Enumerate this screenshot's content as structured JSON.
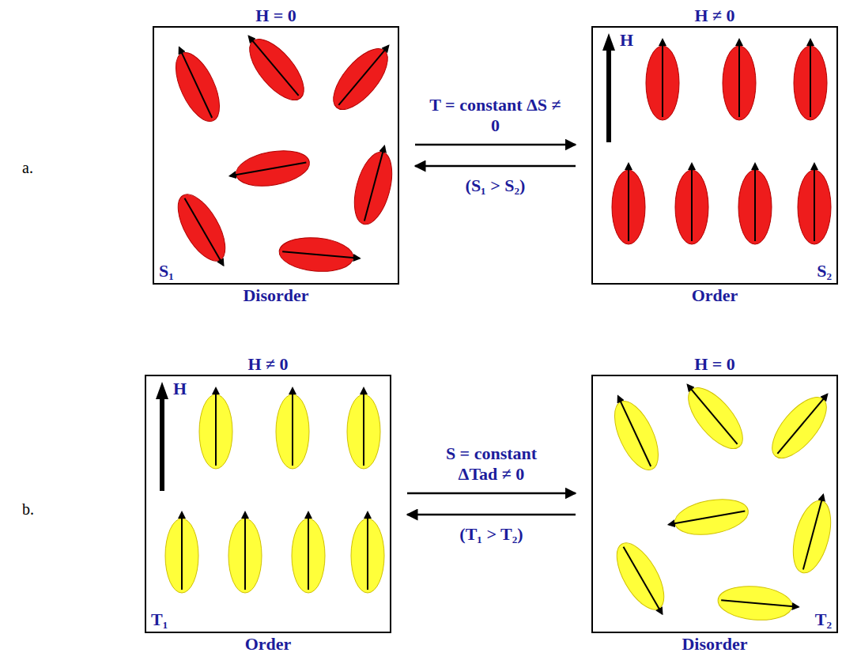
{
  "diagram": {
    "nodes": [
      {
        "text": [
          "H = 0",
          "S₁",
          "Disorder"
        ]
      },
      {
        "text": [
          "H ≠ 0",
          "H",
          "S₂",
          "Order"
        ]
      },
      {
        "text": [
          "H ≠ 0",
          "H",
          "T₁",
          "Order"
        ]
      },
      {
        "text": [
          "H = 0",
          "T₂",
          "Disorder"
        ]
      }
    ],
    "edges": [
      {
        "from": 0,
        "to": 1,
        "arrow": "to",
        "label": "T = constant ΔS ≠ 0"
      },
      {
        "from": 1,
        "to": 0,
        "arrow": "to",
        "label": "(S₁ > S₂)"
      },
      {
        "from": 2,
        "to": 3,
        "arrow": "to",
        "label": "S = constant ΔTad ≠ 0"
      },
      {
        "from": 3,
        "to": 2,
        "arrow": "to",
        "label": "(T₁ > T₂)"
      }
    ],
    "labels": [
      "a.",
      "b."
    ]
  }
}
